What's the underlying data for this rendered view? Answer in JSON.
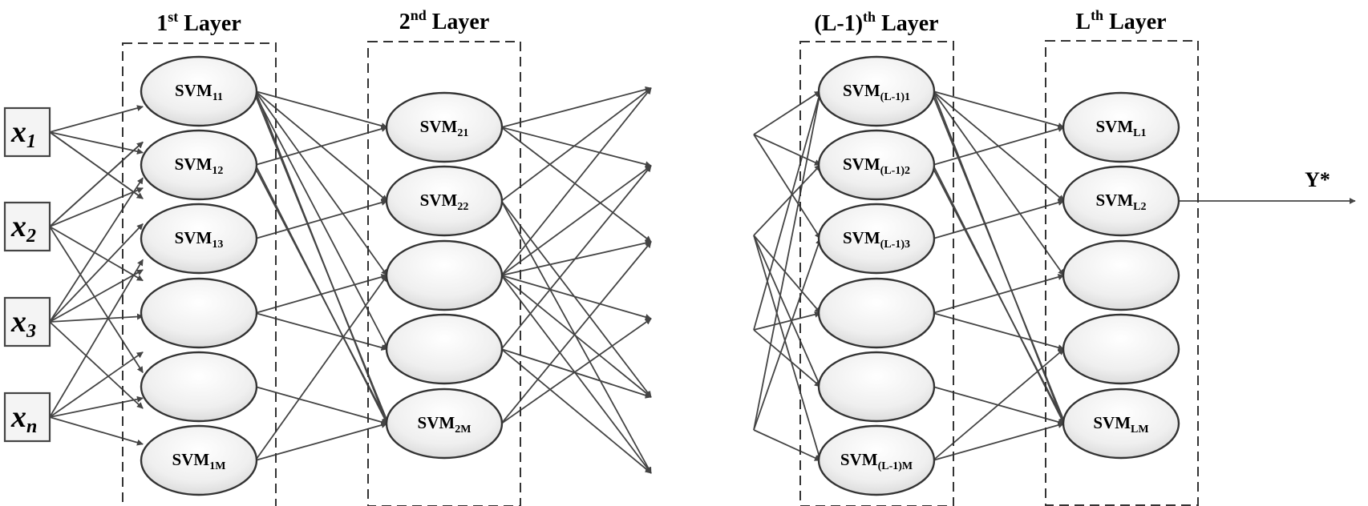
{
  "layers": [
    {
      "title_main": "1",
      "title_sup": "st",
      "title_rest": " Layer"
    },
    {
      "title_main": "2",
      "title_sup": "nd",
      "title_rest": " Layer"
    },
    {
      "title_main": "(L-1)",
      "title_sup": "th",
      "title_rest": " Layer"
    },
    {
      "title_main": "L",
      "title_sup": "th",
      "title_rest": " Layer"
    }
  ],
  "inputs": [
    {
      "main": "x",
      "sub": "1"
    },
    {
      "main": "x",
      "sub": "2"
    },
    {
      "main": "x",
      "sub": "3"
    },
    {
      "main": "x",
      "sub": "n"
    }
  ],
  "layer1_nodes": [
    {
      "main": "SVM",
      "sub": "11"
    },
    {
      "main": "SVM",
      "sub": "12"
    },
    {
      "main": "SVM",
      "sub": "13"
    },
    {
      "main": "",
      "sub": ""
    },
    {
      "main": "",
      "sub": ""
    },
    {
      "main": "SVM",
      "sub": "1M"
    }
  ],
  "layer2_nodes": [
    {
      "main": "SVM",
      "sub": "21"
    },
    {
      "main": "SVM",
      "sub": "22"
    },
    {
      "main": "",
      "sub": ""
    },
    {
      "main": "",
      "sub": ""
    },
    {
      "main": "SVM",
      "sub": "2M"
    }
  ],
  "layerL1_nodes": [
    {
      "main": "SVM",
      "sub": "(L-1)1"
    },
    {
      "main": "SVM",
      "sub": "(L-1)2"
    },
    {
      "main": "SVM",
      "sub": "(L-1)3"
    },
    {
      "main": "",
      "sub": ""
    },
    {
      "main": "",
      "sub": ""
    },
    {
      "main": "SVM",
      "sub": "(L-1)M"
    }
  ],
  "layerL_nodes": [
    {
      "main": "SVM",
      "sub": "L1"
    },
    {
      "main": "SVM",
      "sub": "L2"
    },
    {
      "main": "",
      "sub": ""
    },
    {
      "main": "",
      "sub": ""
    },
    {
      "main": "SVM",
      "sub": "LM"
    }
  ],
  "output": {
    "label": "Y*"
  }
}
